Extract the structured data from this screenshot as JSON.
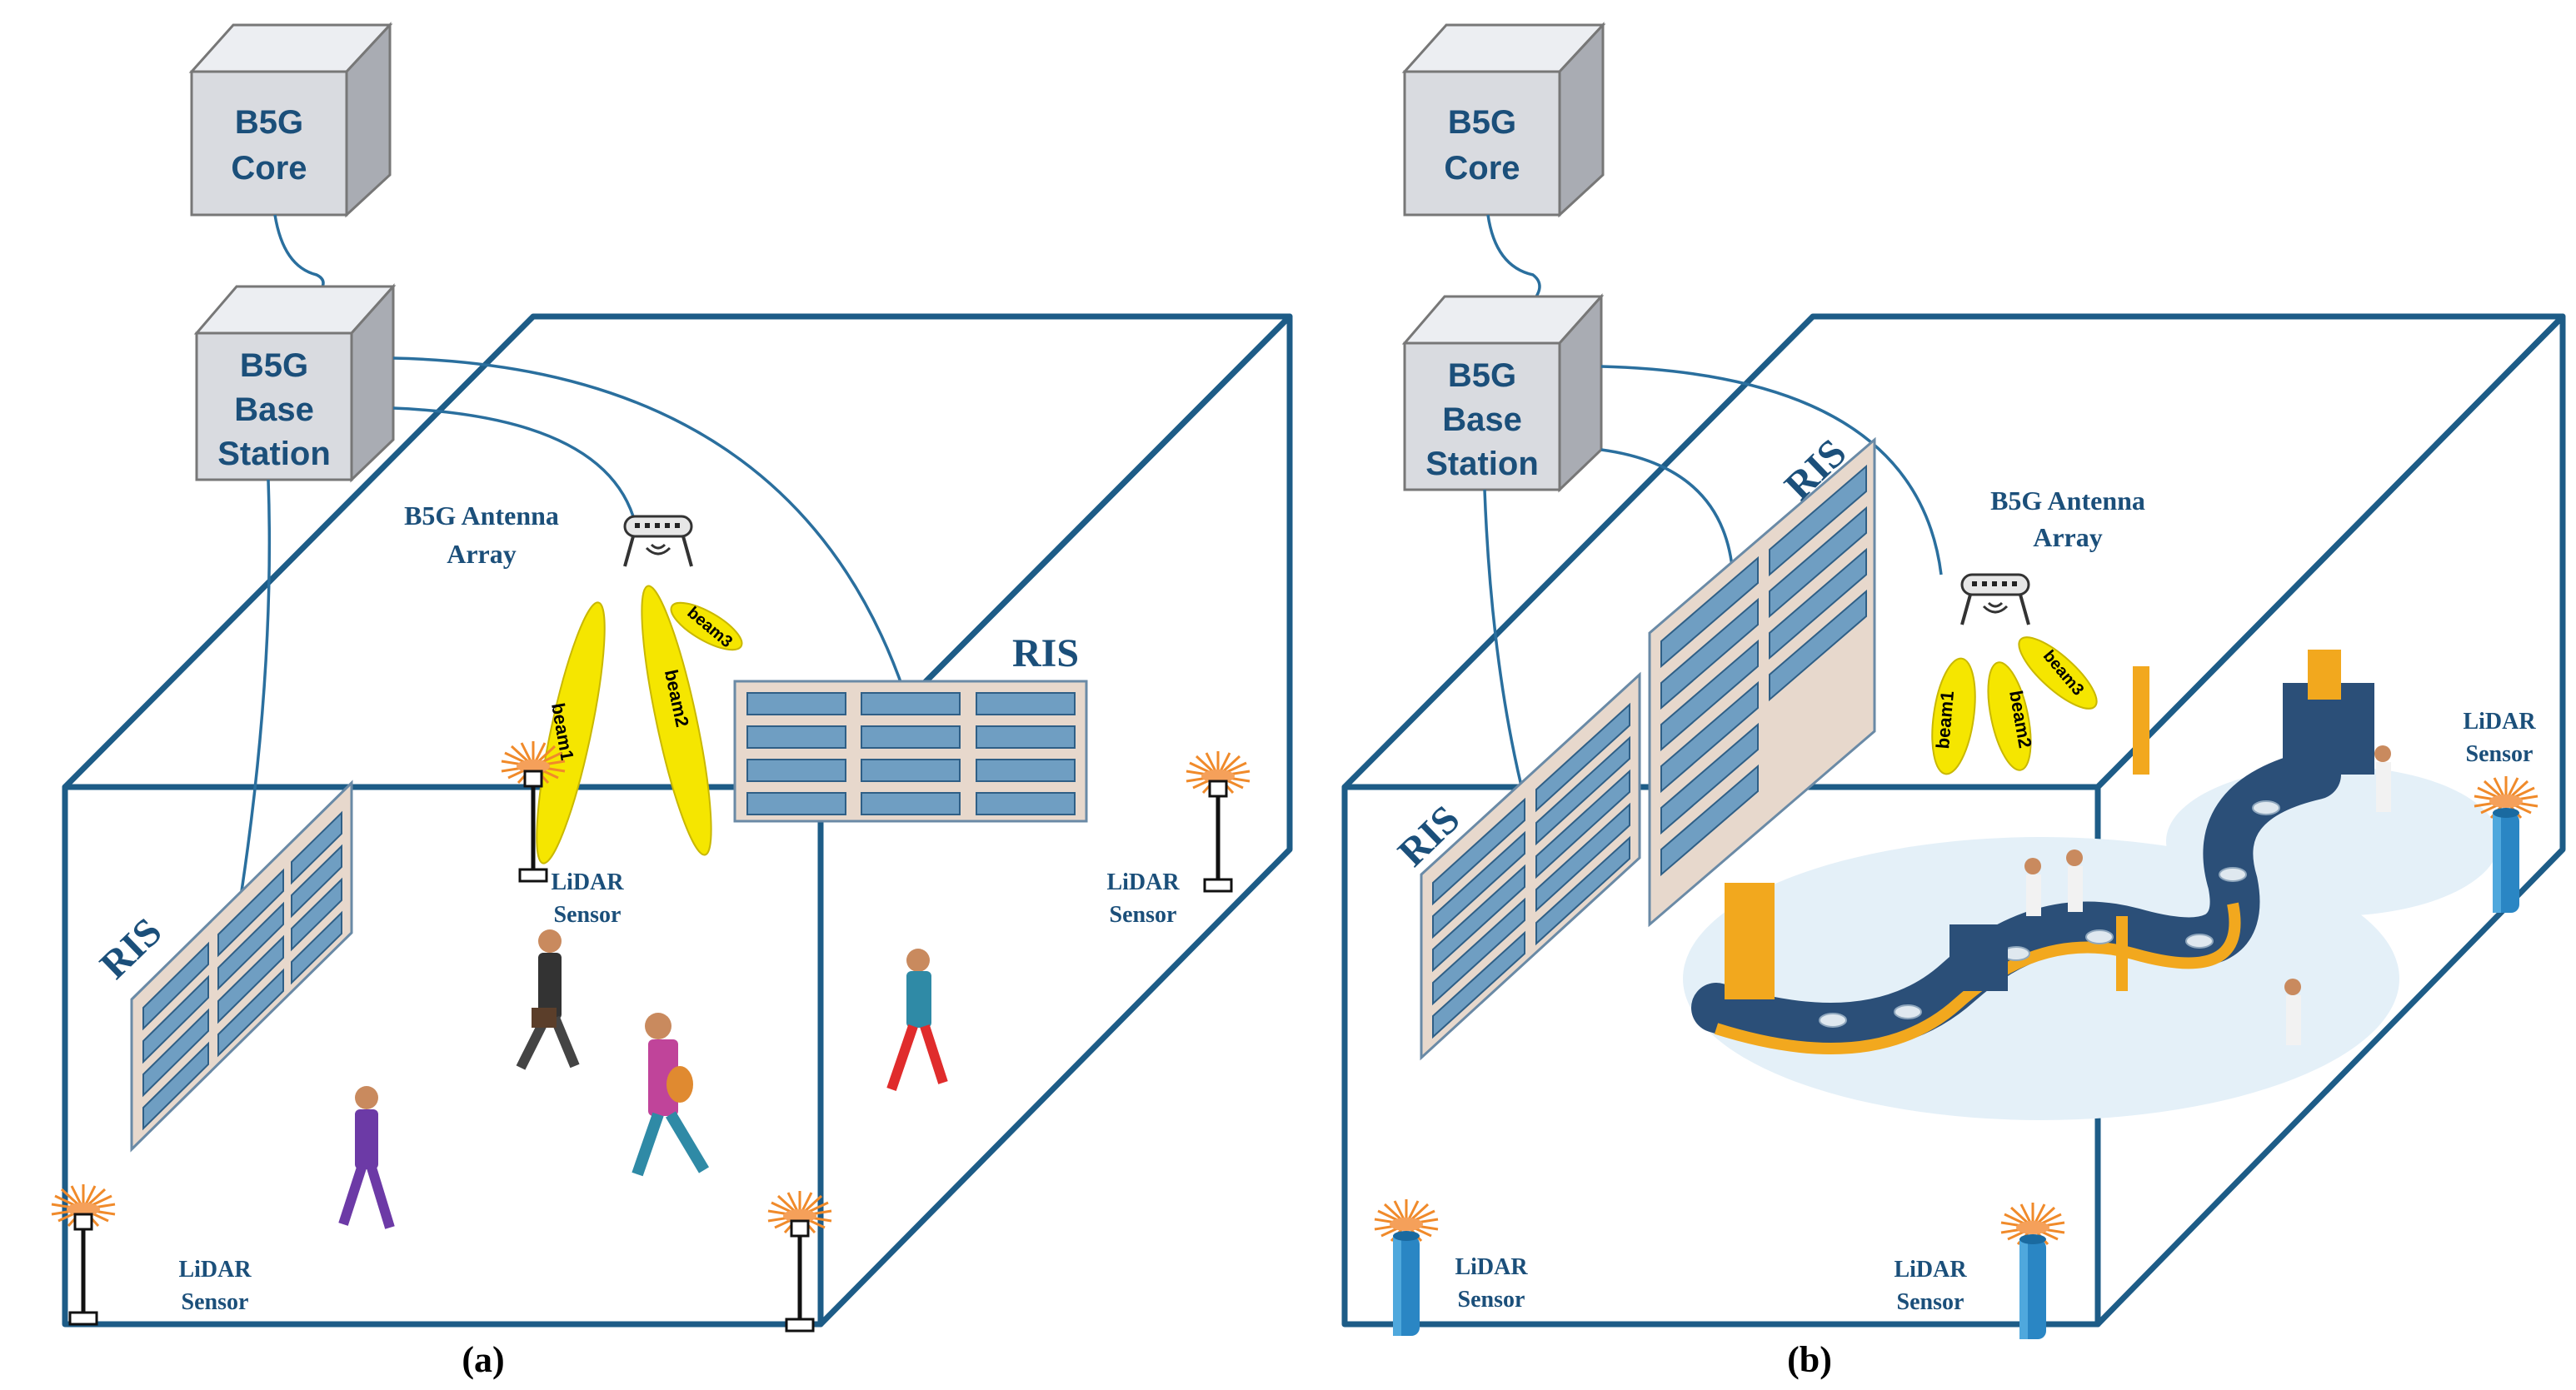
{
  "panel_a": {
    "core": [
      "B5G",
      "Core"
    ],
    "base_station": [
      "B5G",
      "Base",
      "Station"
    ],
    "antenna": [
      "B5G Antenna",
      "Array"
    ],
    "beams": [
      "beam1",
      "beam2",
      "beam3"
    ],
    "ris_wall": "RIS",
    "ris_ceiling": "RIS",
    "lidar_top": [
      "LiDAR",
      "Sensor"
    ],
    "lidar_right": [
      "LiDAR",
      "Sensor"
    ],
    "lidar_bottom": [
      "LiDAR",
      "Sensor"
    ],
    "caption": "(a)"
  },
  "panel_b": {
    "core": [
      "B5G",
      "Core"
    ],
    "base_station": [
      "B5G",
      "Base",
      "Station"
    ],
    "antenna": [
      "B5G Antenna",
      "Array"
    ],
    "beams": [
      "beam1",
      "beam2",
      "beam3"
    ],
    "ris_top": "RIS",
    "ris_side": "RIS",
    "lidar_right": [
      "LiDAR",
      "Sensor"
    ],
    "lidar_bottom_left": [
      "LiDAR",
      "Sensor"
    ],
    "lidar_bottom_mid": [
      "LiDAR",
      "Sensor"
    ],
    "caption": "(b)"
  },
  "colors": {
    "room_edge": "#1d5c87",
    "box_front": "#d9dbe0",
    "beam": "#f5e600",
    "lidar_ray": "#f08a2a",
    "ris_cell": "#6f9ec2",
    "ris_frame": "#e7d8cc"
  }
}
